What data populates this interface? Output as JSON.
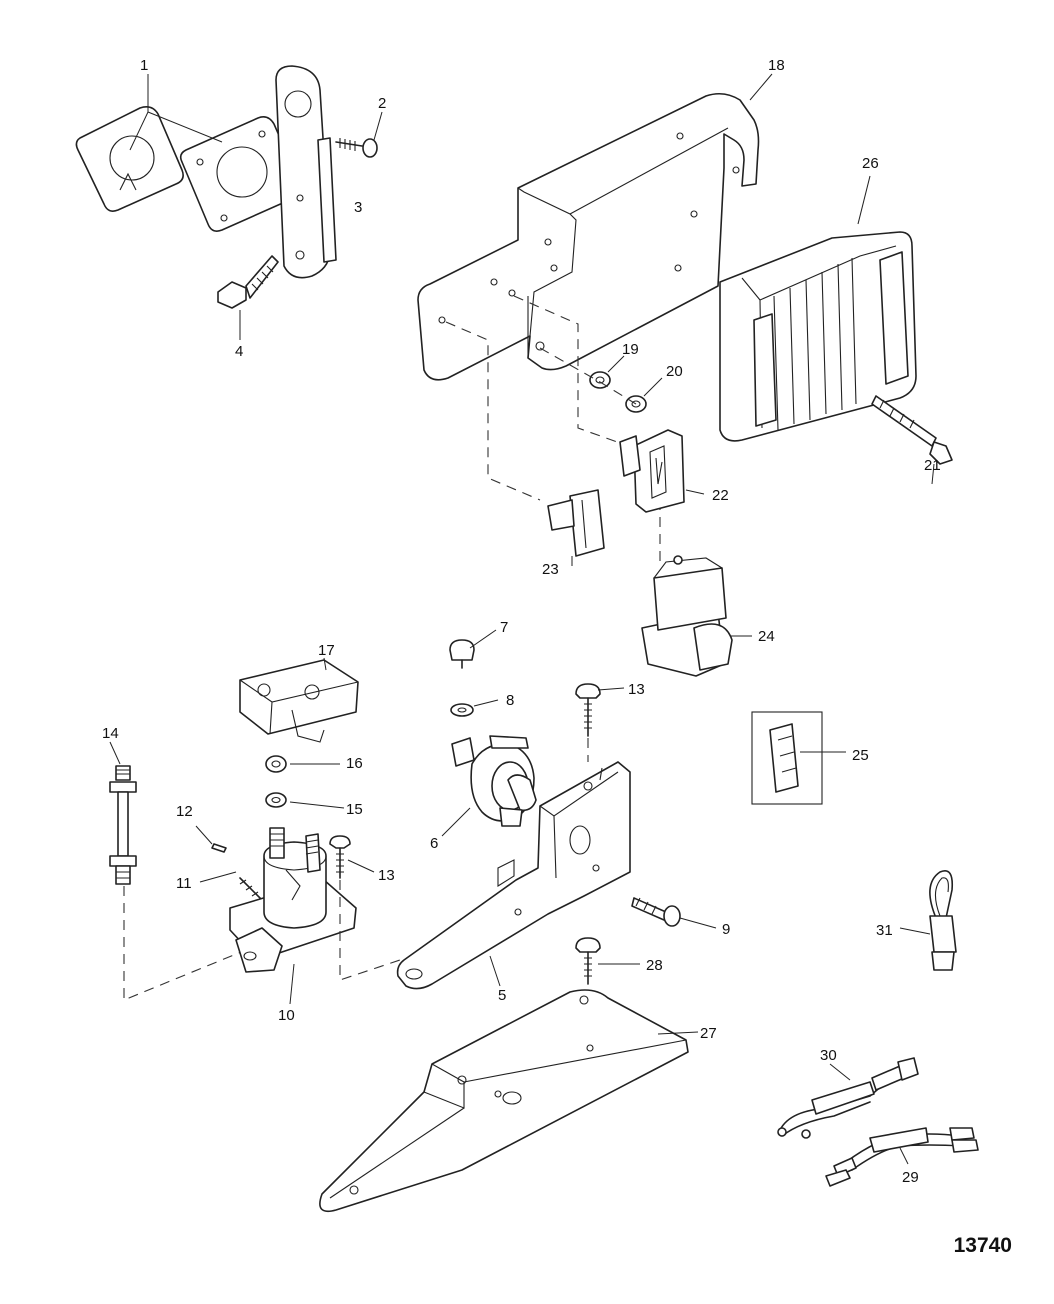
{
  "diagram_id": "13740",
  "callouts": {
    "c1": "1",
    "c2": "2",
    "c3": "3",
    "c4": "4",
    "c5": "5",
    "c6": "6",
    "c7": "7",
    "c8": "8",
    "c9": "9",
    "c10": "10",
    "c11": "11",
    "c12": "12",
    "c13a": "13",
    "c13b": "13",
    "c14": "14",
    "c15": "15",
    "c16": "16",
    "c17": "17",
    "c18": "18",
    "c19": "19",
    "c20": "20",
    "c21": "21",
    "c22": "22",
    "c23": "23",
    "c24": "24",
    "c25": "25",
    "c26": "26",
    "c27": "27",
    "c28": "28",
    "c29": "29",
    "c30": "30",
    "c31": "31"
  }
}
